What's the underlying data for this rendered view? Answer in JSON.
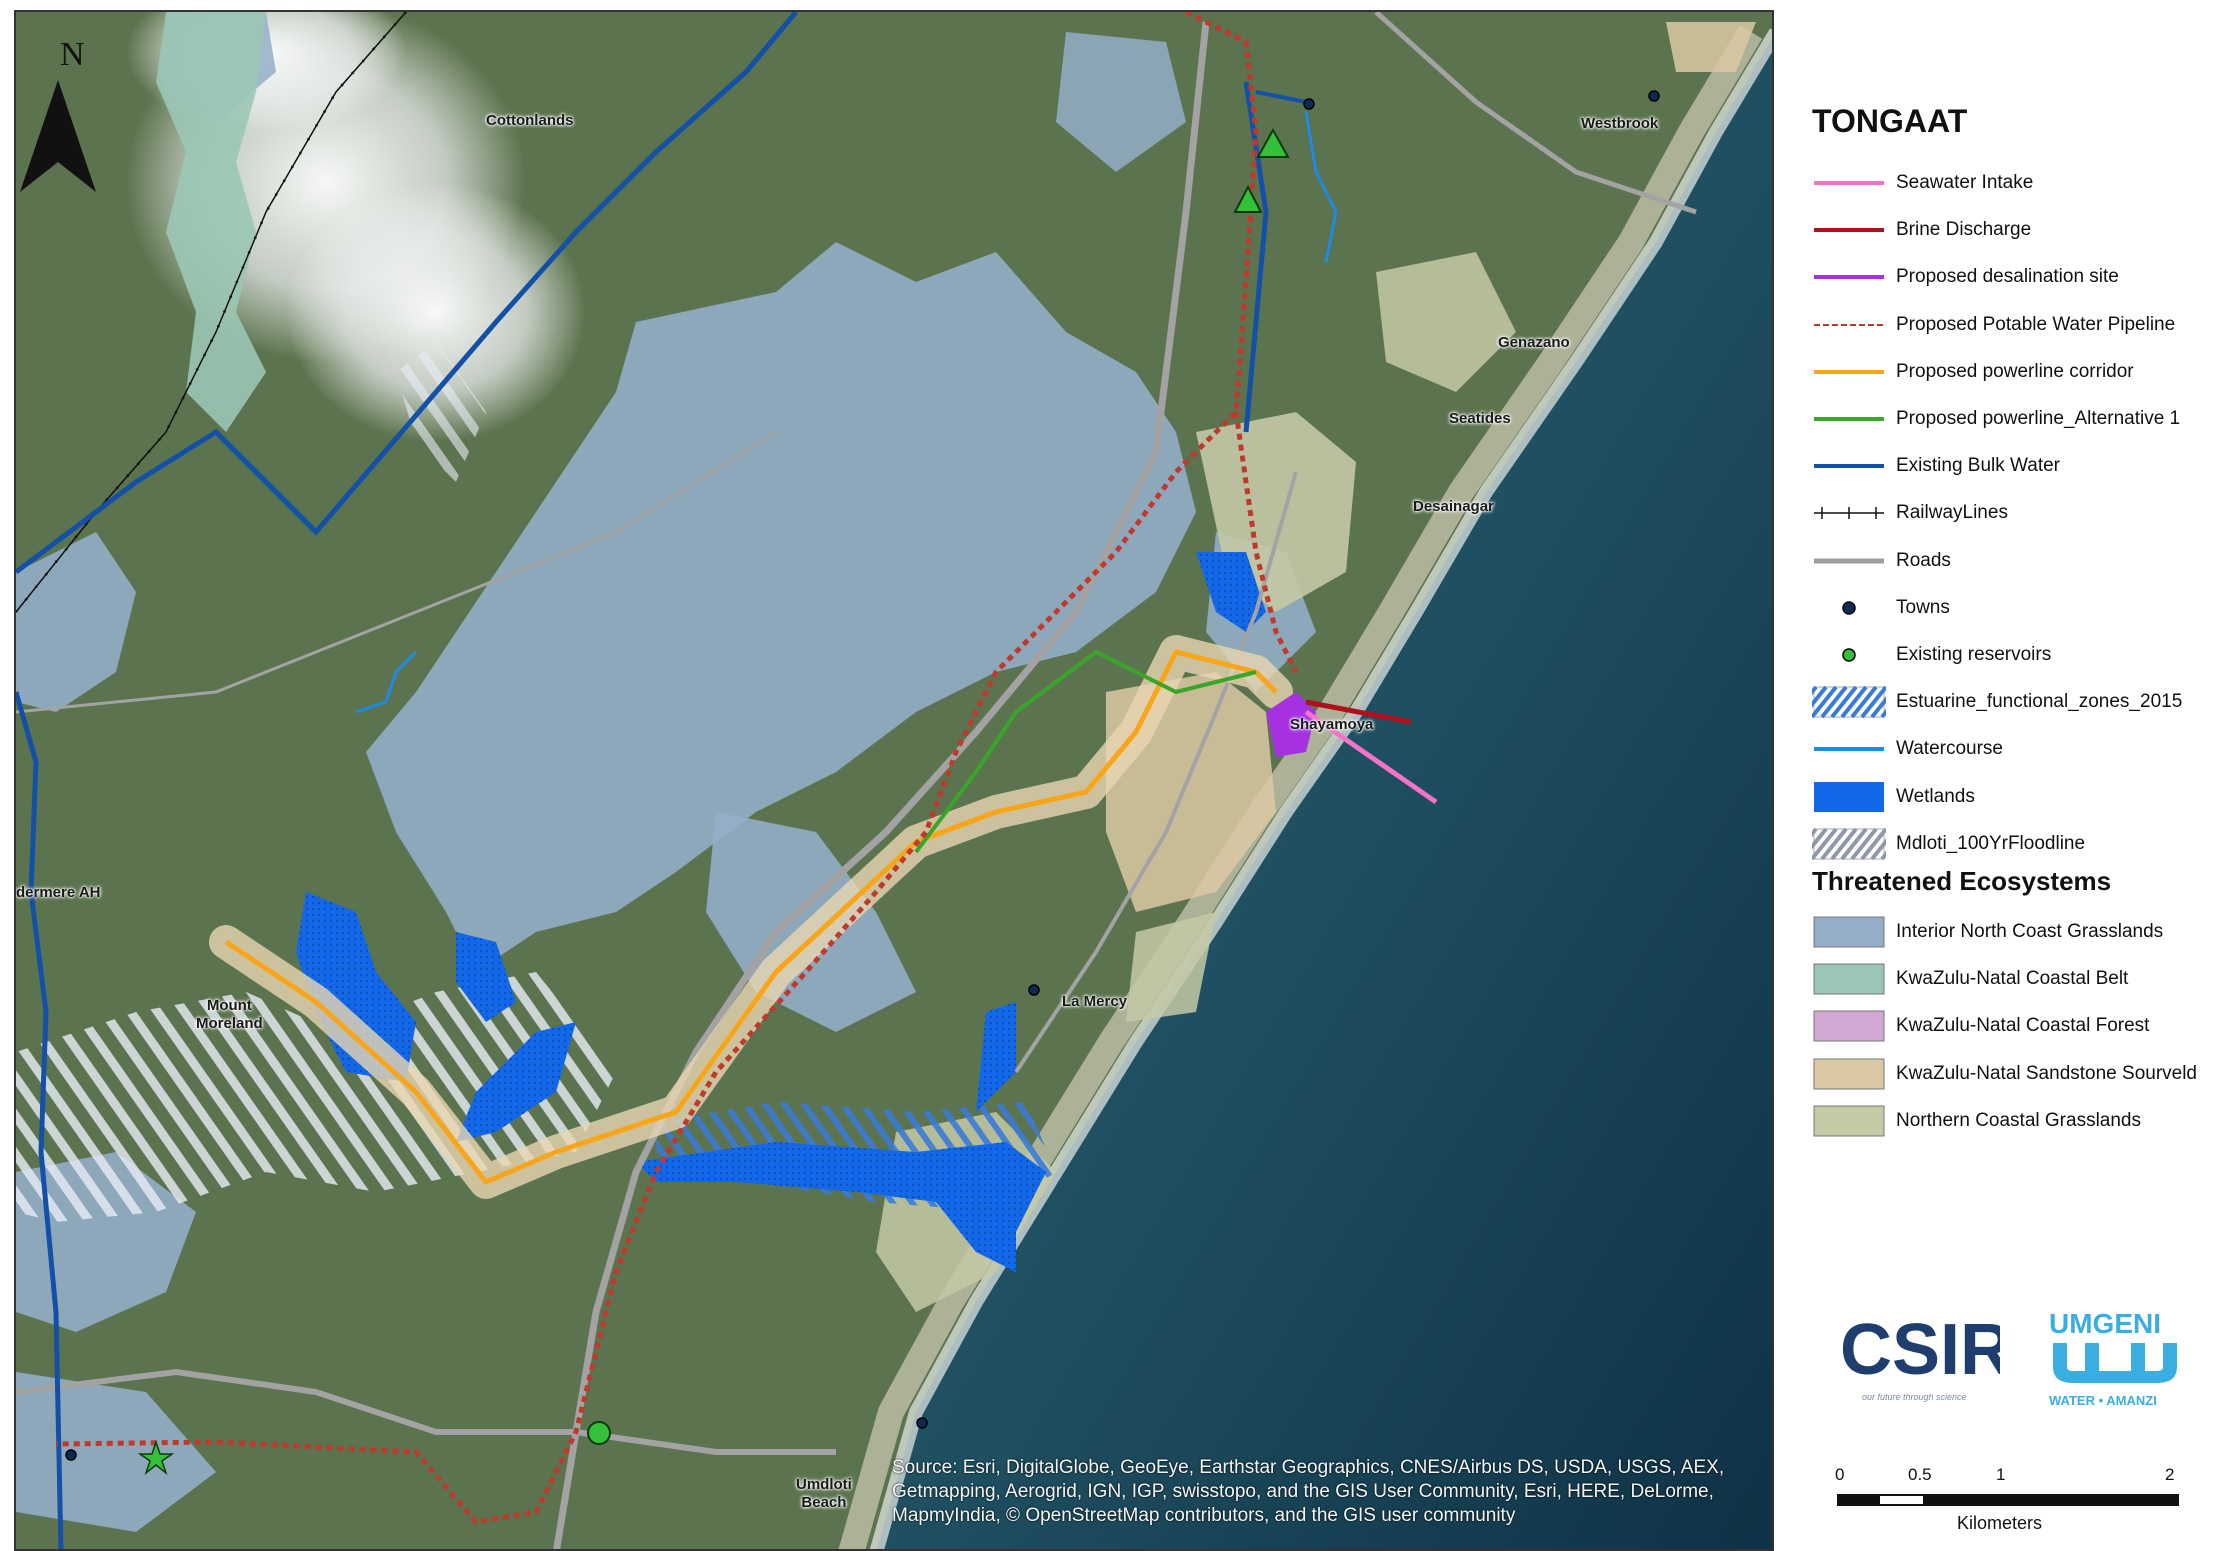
{
  "map": {
    "places": [
      {
        "id": "cottonlands",
        "text": "Cottonlands"
      },
      {
        "id": "westbrook",
        "text": "Westbrook"
      },
      {
        "id": "genazano",
        "text": "Genazano"
      },
      {
        "id": "seatides",
        "text": "Seatides"
      },
      {
        "id": "desainagar",
        "text": "Desainagar"
      },
      {
        "id": "shayamoya",
        "text": "Shayamoya"
      },
      {
        "id": "dermere",
        "text": "dermere AH"
      },
      {
        "id": "mount_moreland",
        "text": "Mount\nMoreland"
      },
      {
        "id": "la_mercy",
        "text": "La Mercy"
      },
      {
        "id": "umdloti",
        "text": "Umdloti\nBeach"
      }
    ],
    "north_label": "N",
    "source": "Source: Esri, DigitalGlobe, GeoEye, Earthstar Geographics, CNES/Airbus DS, USDA, USGS, AEX, Getmapping, Aerogrid, IGN, IGP, swisstopo, and the GIS User Community, Esri, HERE, DeLorme, MapmyIndia, © OpenStreetMap contributors, and the GIS user community"
  },
  "legend": {
    "title": "TONGAAT",
    "items": [
      {
        "label": "Seawater Intake",
        "type": "line",
        "color": "#f472c8"
      },
      {
        "label": "Brine Discharge",
        "type": "line",
        "color": "#b0101a"
      },
      {
        "label": "Proposed desalination site",
        "type": "line",
        "color": "#a531e0"
      },
      {
        "label": "Proposed Potable Water Pipeline",
        "type": "dashed",
        "color": "#c0392b"
      },
      {
        "label": "Proposed powerline corridor",
        "type": "line",
        "color": "#f9a51a"
      },
      {
        "label": "Proposed powerline_Alternative 1",
        "type": "line",
        "color": "#3aa52a"
      },
      {
        "label": "Existing Bulk Water",
        "type": "line",
        "color": "#1350a8"
      },
      {
        "label": "RailwayLines",
        "type": "railway",
        "color": "#111111"
      },
      {
        "label": "Roads",
        "type": "road",
        "color": "#9e9e9e"
      },
      {
        "label": "Towns",
        "type": "dot",
        "color": "#0d2a56"
      },
      {
        "label": "Existing reservoirs",
        "type": "dot",
        "color": "#35c03a"
      },
      {
        "label": "Estuarine_functional_zones_2015",
        "type": "hatch-blue",
        "color": "#3b7bd8"
      },
      {
        "label": "Watercourse",
        "type": "line",
        "color": "#1e8ce6"
      },
      {
        "label": "Wetlands",
        "type": "fill",
        "color": "#1268e8"
      },
      {
        "label": "Mdloti_100YrFloodline",
        "type": "hatch-grey",
        "color": "#8f97ad"
      }
    ],
    "ecosystems_title": "Threatened Ecosystems",
    "ecosystems": [
      {
        "label": "Interior North Coast Grasslands",
        "color": "#94aec8"
      },
      {
        "label": "KwaZulu-Natal Coastal Belt",
        "color": "#9bc6b5"
      },
      {
        "label": "KwaZulu-Natal Coastal Forest",
        "color": "#d2a8d2"
      },
      {
        "label": "KwaZulu-Natal Sandstone Sourveld",
        "color": "#dcc9a4"
      },
      {
        "label": "Northern Coastal Grasslands",
        "color": "#c4c9a6"
      }
    ]
  },
  "scale": {
    "ticks": [
      "0",
      "0.5",
      "1",
      "2"
    ],
    "unit": "Kilometers"
  },
  "logos": {
    "csir_text": "CSIR",
    "csir_tagline": "our future through science",
    "umgeni_top": "UMGENI",
    "umgeni_bottom": "WATER • AMANZI"
  }
}
